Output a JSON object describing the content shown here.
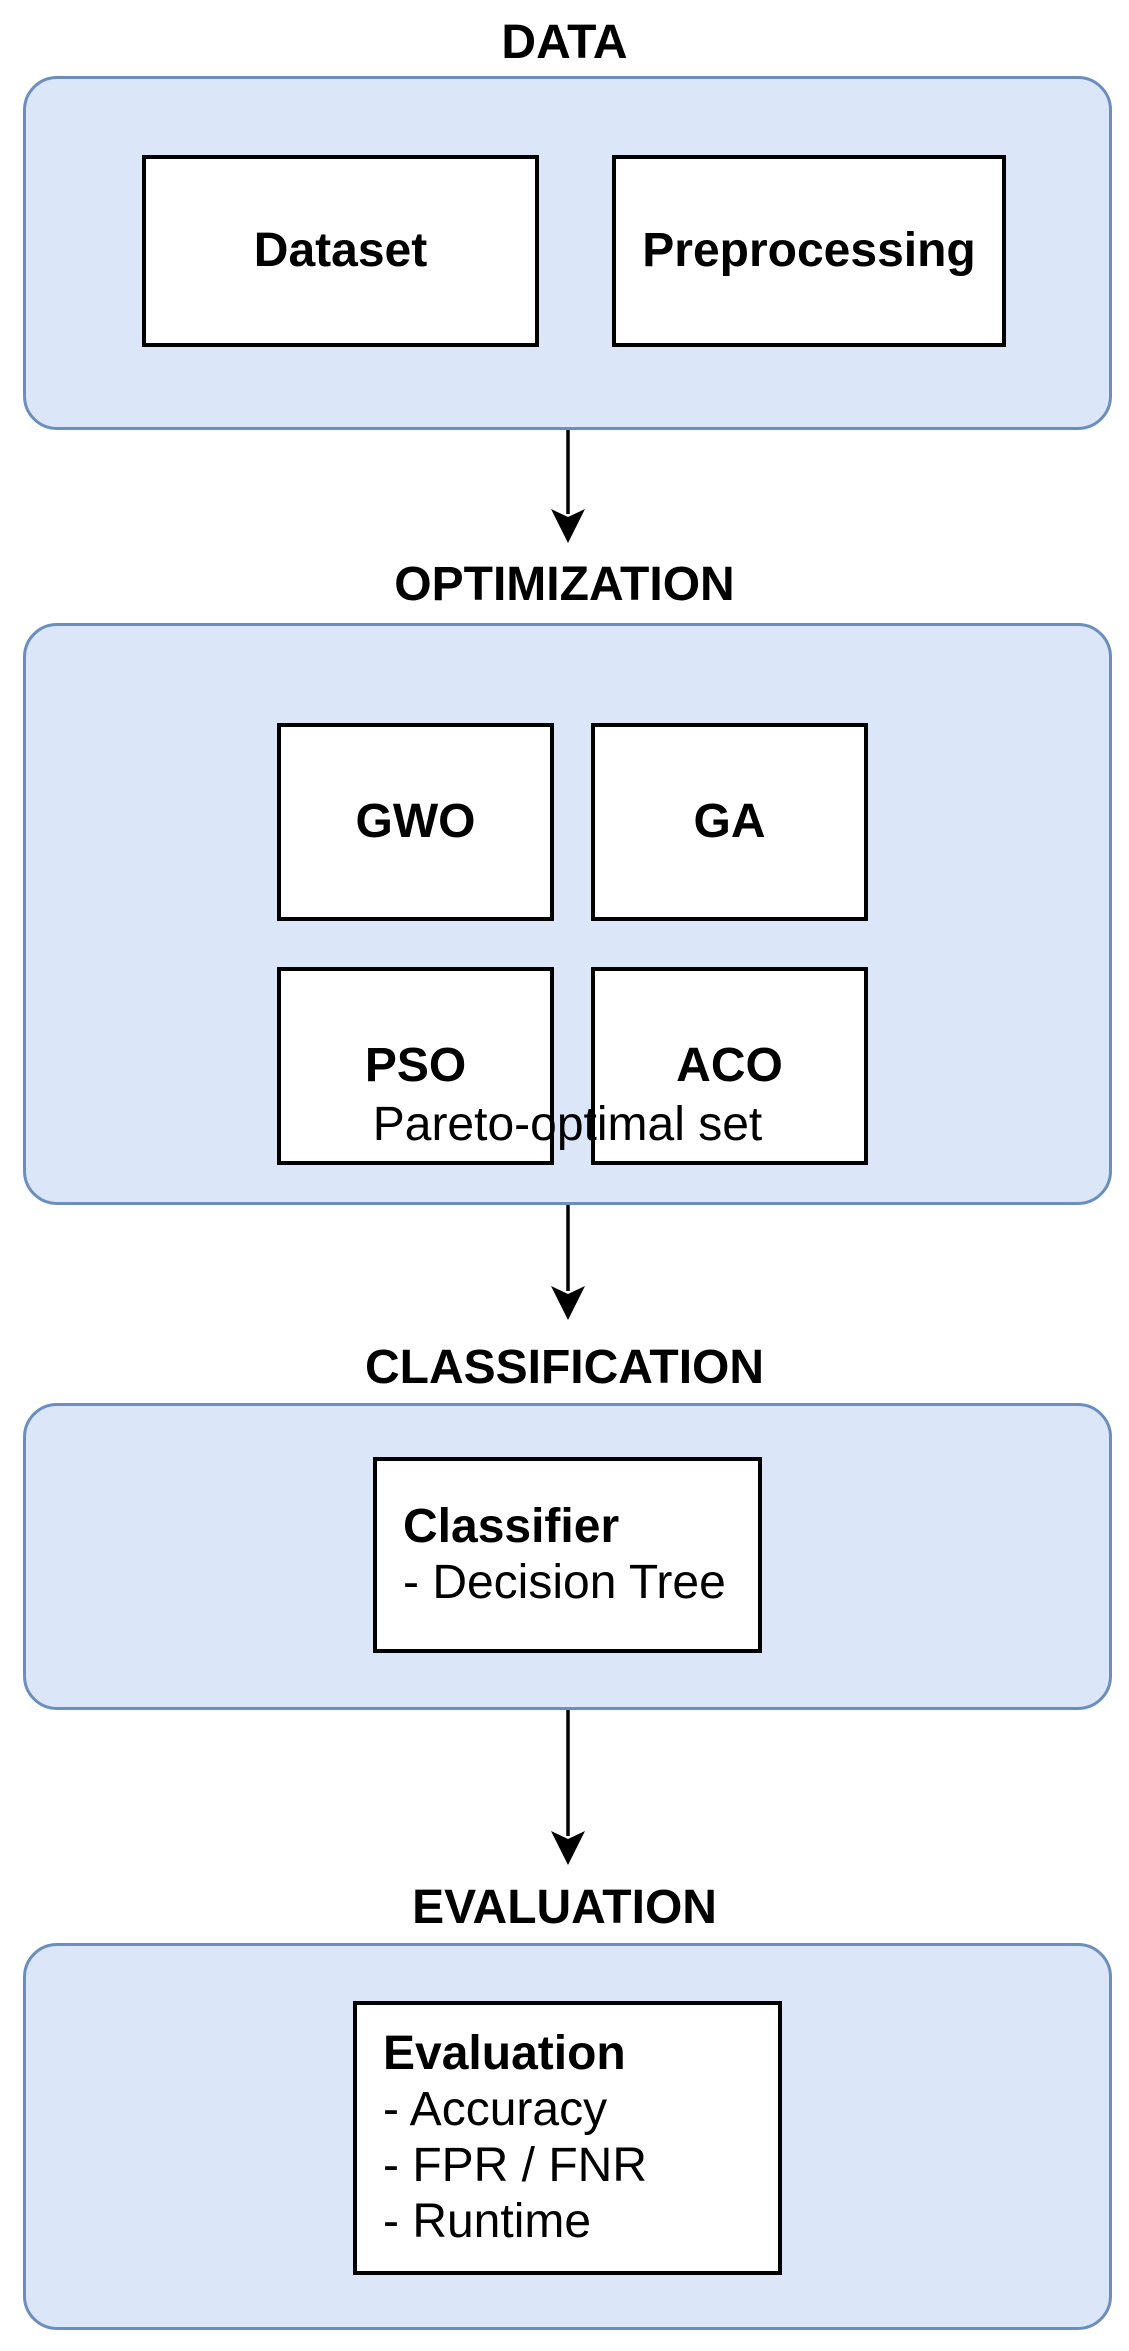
{
  "sections": {
    "data": {
      "title": "DATA",
      "boxes": {
        "dataset": "Dataset",
        "preprocessing": "Preprocessing"
      }
    },
    "optimization": {
      "title": "OPTIMIZATION",
      "boxes": {
        "gwo": "GWO",
        "ga": "GA",
        "pso": "PSO",
        "aco": "ACO"
      },
      "caption": "Pareto-optimal set"
    },
    "classification": {
      "title": "CLASSIFICATION",
      "box": {
        "heading": "Classifier",
        "items": [
          "- Decision Tree"
        ]
      }
    },
    "evaluation": {
      "title": "EVALUATION",
      "box": {
        "heading": "Evaluation",
        "items": [
          "- Accuracy",
          "- FPR / FNR",
          "- Runtime"
        ]
      }
    }
  },
  "colors": {
    "container_fill": "#dbe6f8",
    "container_border": "#6c8ebf",
    "node_fill": "#ffffff",
    "node_border": "#000000",
    "arrow": "#000000",
    "text": "#000000",
    "background": "#ffffff"
  }
}
